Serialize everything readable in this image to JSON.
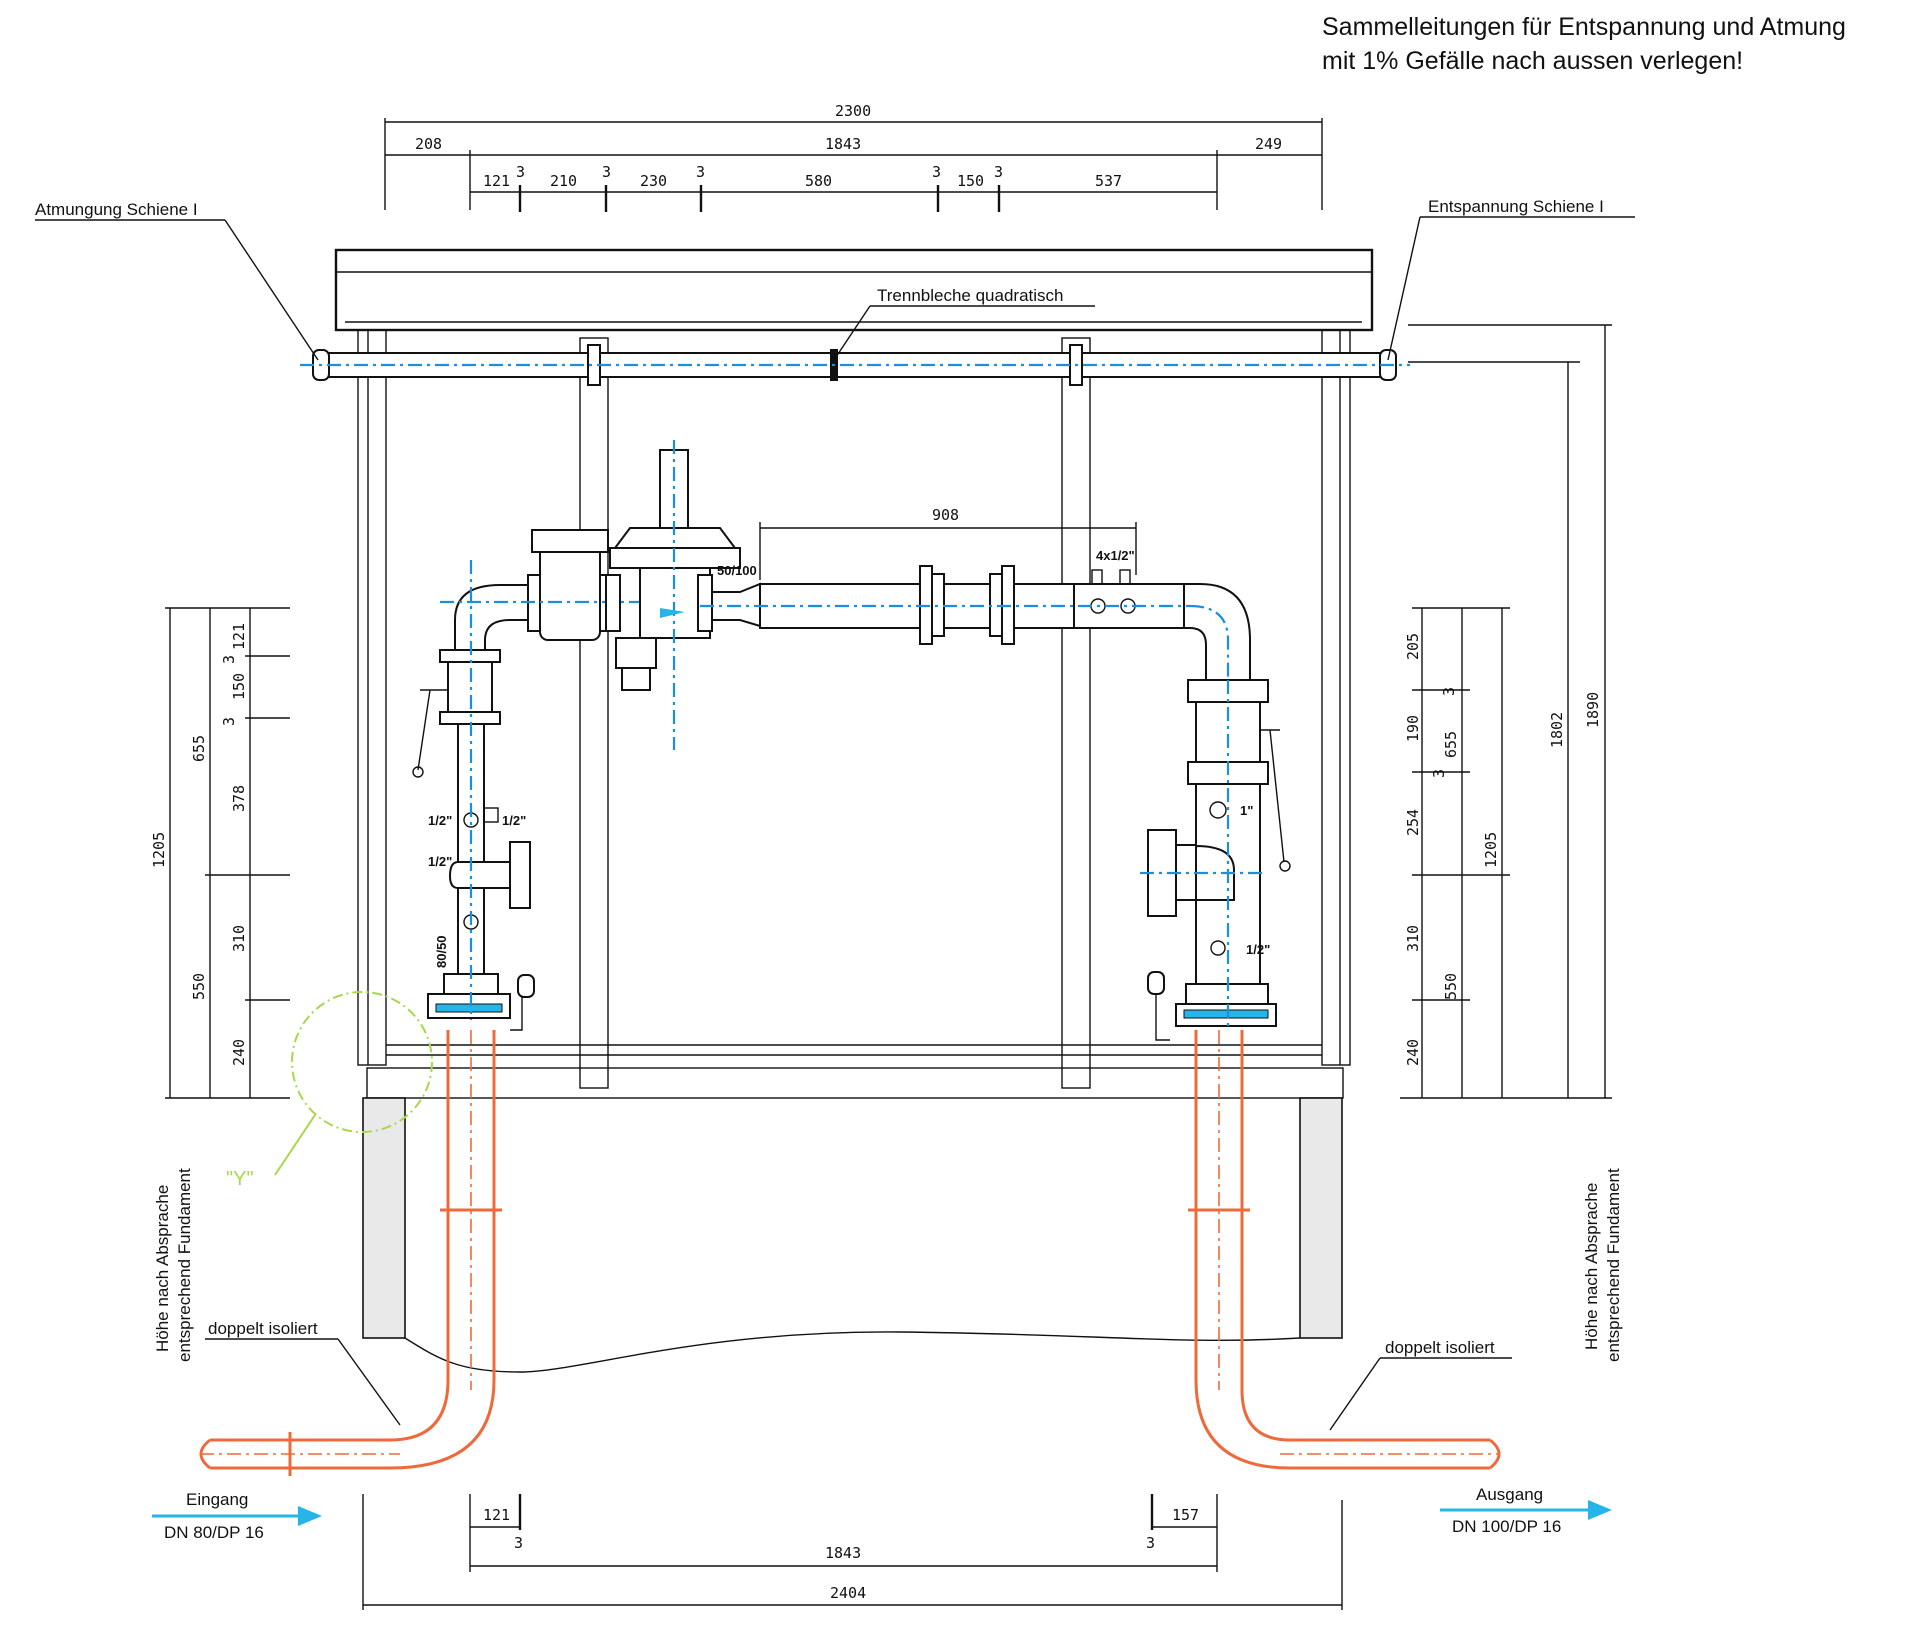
{
  "header_note": {
    "line1": "Sammelleitungen für Entspannung und Atmung",
    "line2": "mit 1% Gefälle nach aussen verlegen!"
  },
  "labels": {
    "atmung": "Atmungung Schiene I",
    "entspannung": "Entspannung Schiene I",
    "trennbleche": "Trennbleche quadratisch",
    "doppelt_left": "doppelt isoliert",
    "doppelt_right": "doppelt isoliert",
    "hoehe_left_1": "Höhe nach Absprache",
    "hoehe_left_2": "entsprechend Fundament",
    "hoehe_right_1": "Höhe nach Absprache",
    "hoehe_right_2": "entsprechend Fundament",
    "detail_y": "\"Y\"",
    "eingang": "Eingang",
    "eingang_dn": "DN 80/DP 16",
    "ausgang": "Ausgang",
    "ausgang_dn": "DN 100/DP 16"
  },
  "fittings": {
    "regulator_size": "50/100",
    "left_flange_size": "80/50",
    "left_ports": [
      "1/2\"",
      "1/2\"",
      "1/2\""
    ],
    "right_ports": [
      "1\"",
      "1/2\""
    ],
    "top_ports": "4x1/2\""
  },
  "dimensions": {
    "top_overall": "2300",
    "top_left": "208",
    "top_mid": "1843",
    "top_right": "249",
    "top_chain": [
      "121",
      "3",
      "210",
      "3",
      "230",
      "3",
      "580",
      "3",
      "150",
      "3",
      "537"
    ],
    "pipe_run": "908",
    "left_vertical": [
      "121",
      "3",
      "150",
      "3",
      "378",
      "310",
      "240"
    ],
    "left_groups": [
      "655",
      "550",
      "1205"
    ],
    "right_vertical": [
      "205",
      "3",
      "190",
      "3",
      "254",
      "310",
      "240"
    ],
    "right_groups": [
      "655",
      "550",
      "1205"
    ],
    "right_overall": [
      "1802",
      "1890"
    ],
    "bottom_left": [
      "121",
      "3"
    ],
    "bottom_right": [
      "157",
      "3"
    ],
    "bottom_mid": "1843",
    "bottom_overall": "2404"
  },
  "colors": {
    "axis": "#1a8fe0",
    "insulated_pipe": "#ee6a3a",
    "detail_circle": "#a8d84a",
    "flow_arrow": "#26b5e8"
  }
}
